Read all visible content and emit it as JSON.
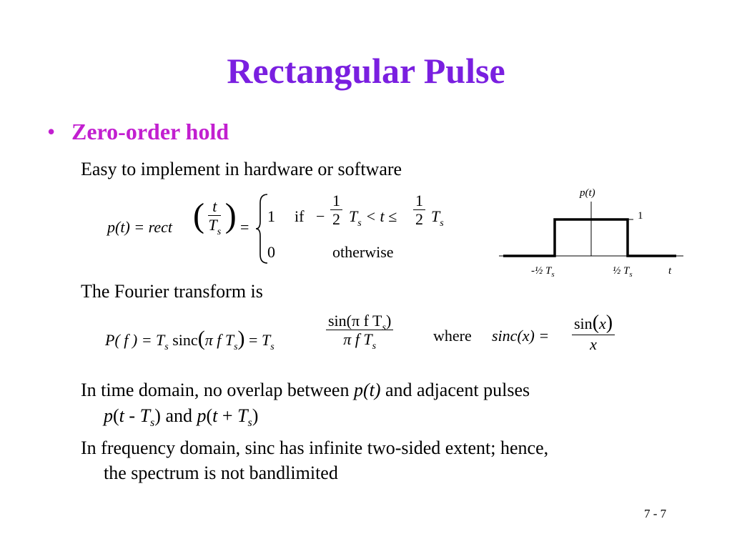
{
  "slide": {
    "title": "Rectangular Pulse",
    "bullet_symbol": "•",
    "heading": "Zero-order hold",
    "line1": "Easy to implement in hardware or software",
    "line2": "The Fourier transform is",
    "line3_a": "In time domain, no overlap between ",
    "line3_b": " and adjacent pulses",
    "line4_and": " and ",
    "line5": "In frequency domain, sinc has infinite two-sided extent; hence,",
    "line6": "the spectrum is not bandlimited",
    "page_number": "7 - 7"
  },
  "eq1": {
    "lhs": "p(t) = rect",
    "frac_num": "t",
    "frac_den": "T",
    "sub": "s",
    "equals": "=",
    "case1_val": "1",
    "case1_if": "if",
    "case1_cond_mid": "< t ≤",
    "half_num": "1",
    "half_den": "2",
    "case2_val": "0",
    "case2_text": "otherwise"
  },
  "eq2": {
    "lhs": "P( f ) = T",
    "sinc": "sinc",
    "arg": "π  f T",
    "sin_num": "sin(π  f T",
    "den": "π  f T",
    "where": "where",
    "sinc_x": "sinc(x) =",
    "sinx": "sin",
    "x": "x"
  },
  "graph": {
    "ylabel": "p(t)",
    "level_label": "1",
    "left_tick": "-½ T",
    "right_tick": "½ T",
    "tick_sub": "s",
    "xlabel": "t"
  }
}
